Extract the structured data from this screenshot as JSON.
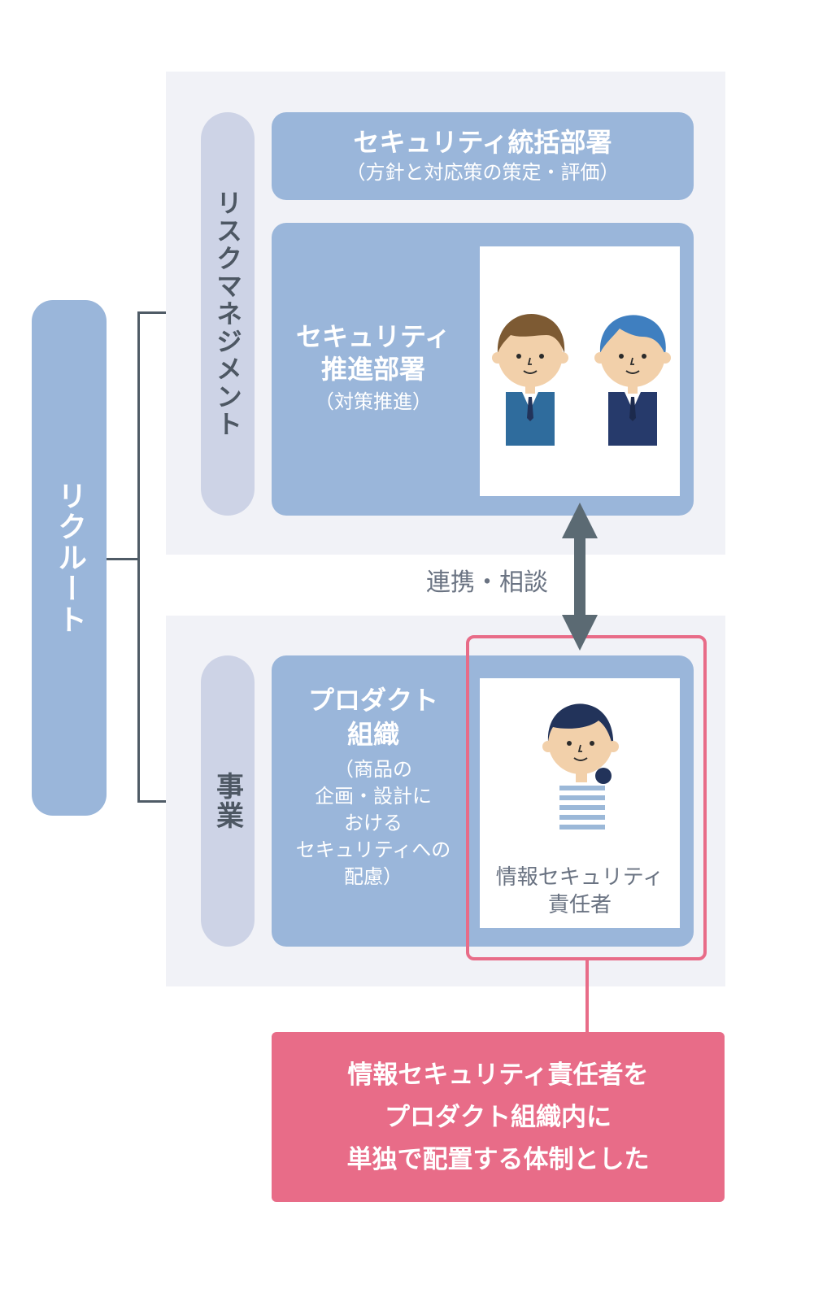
{
  "org": {
    "company": "リクルート",
    "risk_label": "リスクマネジメント",
    "business_label": "事業"
  },
  "units": {
    "security_hq": {
      "title": "セキュリティ統括部署",
      "subtitle": "（方針と対応策の策定・評価）"
    },
    "security_promo": {
      "title_line1": "セキュリティ",
      "title_line2": "推進部署",
      "subtitle": "（対策推進）"
    },
    "product_org": {
      "title_line1": "プロダクト",
      "title_line2": "組織",
      "desc_line1": "（商品の",
      "desc_line2": "企画・設計に",
      "desc_line3": "おける",
      "desc_line4": "セキュリティへの",
      "desc_line5": "配慮）"
    },
    "info_sec_officer": {
      "label_line1": "情報セキュリティ",
      "label_line2": "責任者"
    }
  },
  "link_label": "連携・相談",
  "callout": {
    "line1": "情報セキュリティ責任者を",
    "line2": "プロダクト組織内に",
    "line3": "単独で配置する体制とした"
  },
  "colors": {
    "panel_bg": "#f1f2f7",
    "pill": "#cdd3e6",
    "unit_blue": "#9ab6da",
    "connector": "#4f5b66",
    "highlight_pink": "#e86c88",
    "arrow": "#5b6a73"
  }
}
